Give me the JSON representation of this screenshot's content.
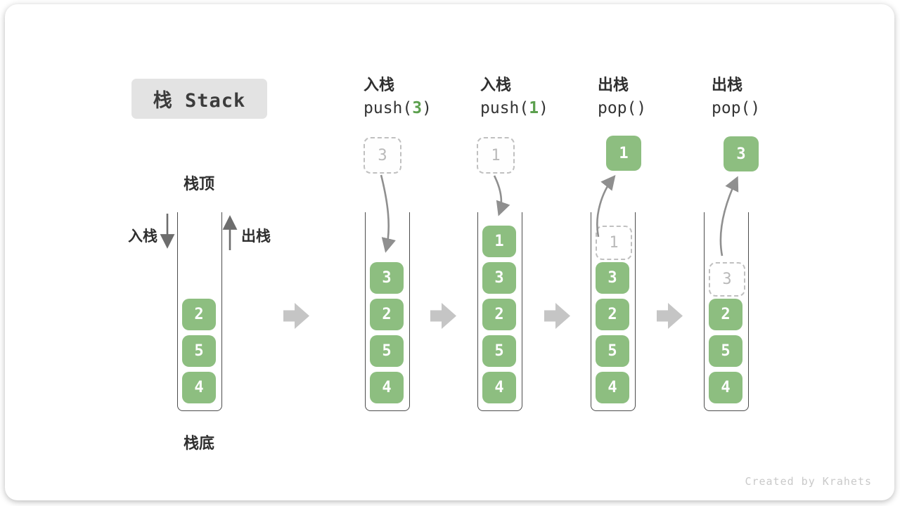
{
  "title": "栈 Stack",
  "labels": {
    "stack_top": "栈顶",
    "stack_bottom": "栈底",
    "push_side": "入栈",
    "pop_side": "出栈"
  },
  "watermark": "Created by Krahets",
  "colors": {
    "block_green": "#8dbe80",
    "arg_green": "#5ca04e",
    "flow_arrow_gray": "#c5c5c5",
    "thin_arrow_gray": "#8f8f8f",
    "side_arrow_gray": "#6d6d6d",
    "title_bg": "#e3e3e3"
  },
  "columns": [
    {
      "id": "initial",
      "label": "",
      "code_pre": "",
      "code_arg": "",
      "code_post": "",
      "floating": null,
      "stack": [
        {
          "value": "4",
          "ghost": false
        },
        {
          "value": "5",
          "ghost": false
        },
        {
          "value": "2",
          "ghost": false
        }
      ]
    },
    {
      "id": "push-3",
      "label": "入栈",
      "code_pre": "push(",
      "code_arg": "3",
      "code_post": ")",
      "floating": {
        "style": "dashed",
        "value": "3"
      },
      "stack": [
        {
          "value": "4",
          "ghost": false
        },
        {
          "value": "5",
          "ghost": false
        },
        {
          "value": "2",
          "ghost": false
        },
        {
          "value": "3",
          "ghost": false
        }
      ]
    },
    {
      "id": "push-1",
      "label": "入栈",
      "code_pre": "push(",
      "code_arg": "1",
      "code_post": ")",
      "floating": {
        "style": "dashed",
        "value": "1"
      },
      "stack": [
        {
          "value": "4",
          "ghost": false
        },
        {
          "value": "5",
          "ghost": false
        },
        {
          "value": "2",
          "ghost": false
        },
        {
          "value": "3",
          "ghost": false
        },
        {
          "value": "1",
          "ghost": false
        }
      ]
    },
    {
      "id": "pop-1",
      "label": "出栈",
      "code_pre": "pop()",
      "code_arg": "",
      "code_post": "",
      "floating": {
        "style": "solid",
        "value": "1"
      },
      "stack": [
        {
          "value": "4",
          "ghost": false
        },
        {
          "value": "5",
          "ghost": false
        },
        {
          "value": "2",
          "ghost": false
        },
        {
          "value": "3",
          "ghost": false
        },
        {
          "value": "1",
          "ghost": true
        }
      ]
    },
    {
      "id": "pop-3",
      "label": "出栈",
      "code_pre": "pop()",
      "code_arg": "",
      "code_post": "",
      "floating": {
        "style": "solid",
        "value": "3"
      },
      "stack": [
        {
          "value": "4",
          "ghost": false
        },
        {
          "value": "5",
          "ghost": false
        },
        {
          "value": "2",
          "ghost": false
        },
        {
          "value": "3",
          "ghost": true
        }
      ]
    }
  ]
}
